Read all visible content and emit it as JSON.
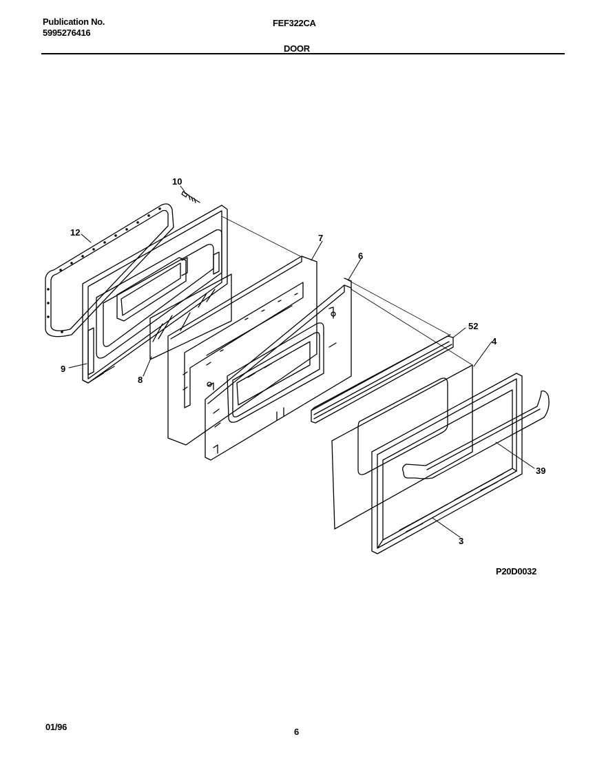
{
  "header": {
    "publication_label": "Publication No.",
    "publication_number": "5995276416",
    "model": "FEF322CA",
    "section": "DOOR"
  },
  "diagram": {
    "code": "P20D0032",
    "callouts": [
      "10",
      "12",
      "7",
      "6",
      "52",
      "4",
      "39",
      "3",
      "9",
      "8"
    ]
  },
  "footer": {
    "date": "01/96",
    "page": "6"
  }
}
